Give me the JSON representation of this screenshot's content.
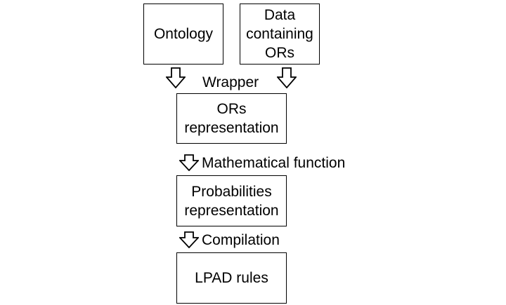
{
  "diagram": {
    "boxes": {
      "ontology": "Ontology",
      "data_containing_ors": "Data containing ORs",
      "ors_representation": "ORs representation",
      "probabilities_representation": "Probabilities representation",
      "lpad_rules": "LPAD rules"
    },
    "edges": {
      "wrapper": "Wrapper",
      "mathematical_function": "Mathematical function",
      "compilation": "Compilation"
    }
  }
}
